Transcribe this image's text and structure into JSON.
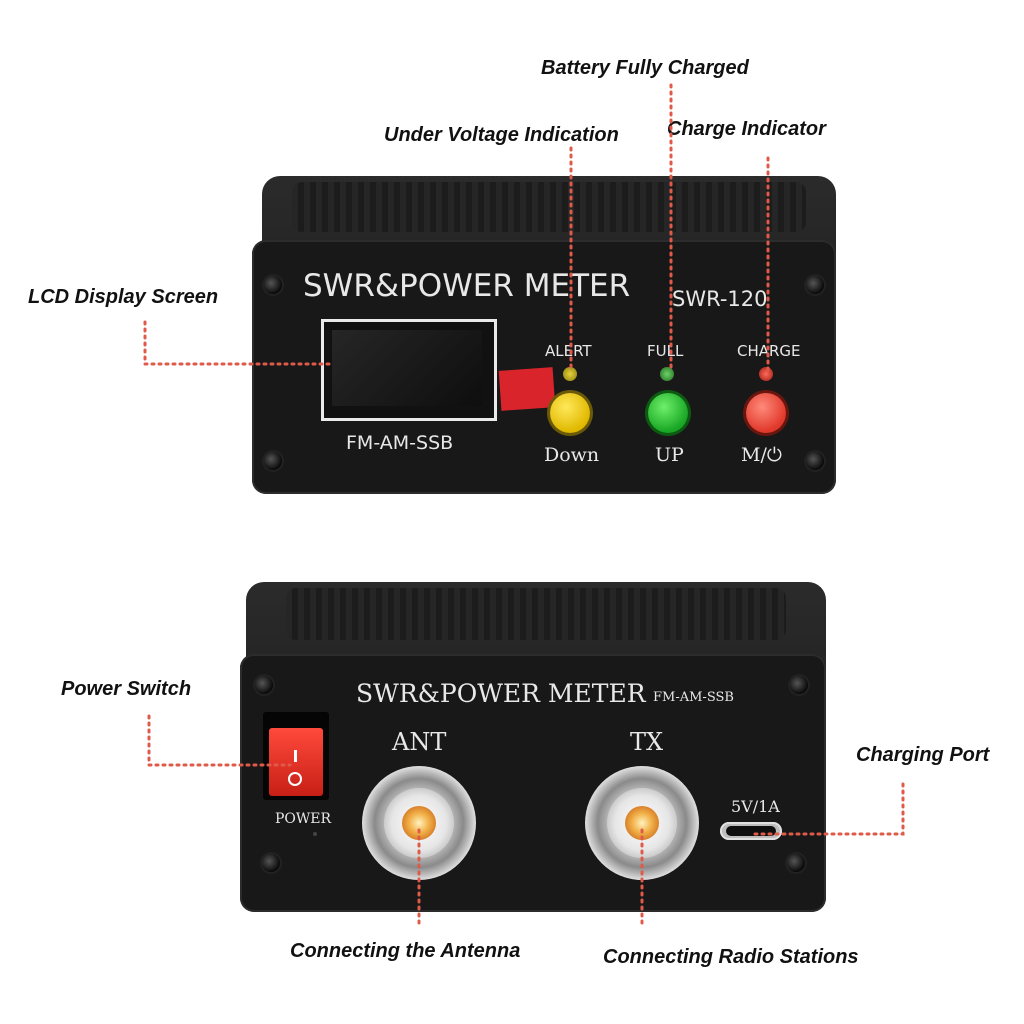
{
  "callouts": {
    "battery_full": "Battery Fully Charged",
    "under_voltage": "Under Voltage Indication",
    "charge_indicator": "Charge Indicator",
    "lcd_display": "LCD Display Screen",
    "power_switch": "Power Switch",
    "charging_port": "Charging Port",
    "antenna": "Connecting the Antenna",
    "radio": "Connecting Radio Stations"
  },
  "front_panel": {
    "title": "SWR&POWER METER",
    "model": "SWR-120",
    "modes": "FM-AM-SSB",
    "led_alert": "ALERT",
    "led_full": "FULL",
    "led_charge": "CHARGE",
    "btn_down": "Down",
    "btn_up": "UP",
    "btn_mode": "M/⏻"
  },
  "rear_panel": {
    "title": "SWR&POWER METER",
    "modes": "FM-AM-SSB",
    "ant": "ANT",
    "tx": "TX",
    "power": "POWER",
    "port_rating": "5V/1A"
  },
  "colors": {
    "callout_line": "#e05a4a",
    "led_yellow": "#c9b21a",
    "led_green": "#3fa23a",
    "led_red": "#e03a2a",
    "btn_yellow": "#f2d21a",
    "btn_green": "#2fbf3a",
    "btn_red": "#f04a3a"
  }
}
